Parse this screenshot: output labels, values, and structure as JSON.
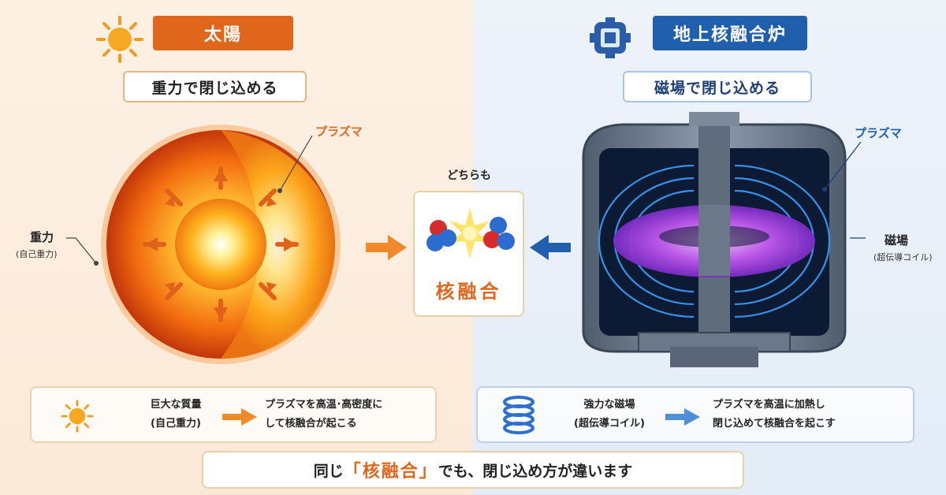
{
  "left": {
    "title": "太陽",
    "subtitle": "重力で閉じ込める",
    "plasma_label": "プラズマ",
    "gravity_label": "重力",
    "gravity_sub": "(自己重力)",
    "panel": {
      "cause_line1": "巨大な質量",
      "cause_line2": "(自己重力)",
      "effect_line1": "プラズマを高温･高密度に",
      "effect_line2": "して核融合が起こる"
    }
  },
  "center": {
    "caption": "どちらも",
    "label": "核融合"
  },
  "right": {
    "title": "地上核融合炉",
    "subtitle": "磁場で閉じ込める",
    "plasma_label": "プラズマ",
    "field_label": "磁場",
    "field_sub": "(超伝導コイル)",
    "panel": {
      "cause_line1": "強力な磁場",
      "cause_line2": "(超伝導コイル)",
      "effect_line1": "プラズマを高温に加熱し",
      "effect_line2": "閉じ込めて核融合を起こす"
    }
  },
  "footer": {
    "before": "同じ",
    "highlight": "「核融合」",
    "after": "でも、閉じ込め方が違います"
  },
  "colors": {
    "sun_accent": "#e0661c",
    "reactor_accent": "#1f5fae"
  }
}
